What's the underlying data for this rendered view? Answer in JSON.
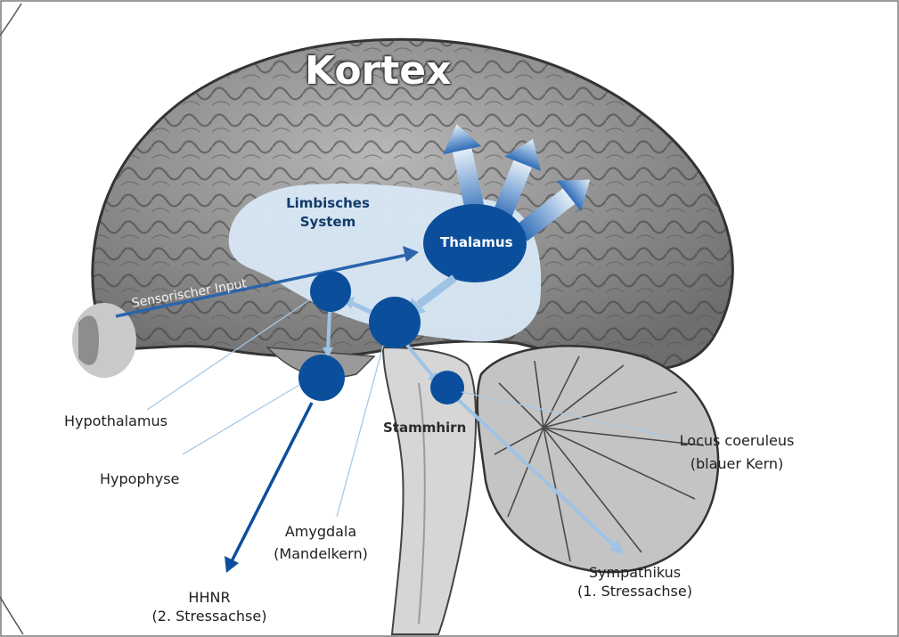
{
  "title": "Kortex",
  "labels": {
    "limbic": [
      "Limbisches",
      "System"
    ],
    "thalamus": "Thalamus",
    "sensory_input": "Sensorischer Input",
    "hypothalamus": "Hypothalamus",
    "hypophyse": "Hypophyse",
    "stammhirn": "Stammhirn",
    "locus": [
      "Locus coeruleus",
      "(blauer Kern)"
    ],
    "amygdala": [
      "Amygdala",
      "(Mandelkern)"
    ],
    "hhnr": [
      "HHNR",
      "(2. Stressachse)"
    ],
    "sympathikus": [
      "Sympathikus",
      "(1. Stressachse)"
    ]
  },
  "colors": {
    "dark_blue": "#0b4f9c",
    "light_blue": "#cfe0f0",
    "mid_blue": "#9ec3e4",
    "brain_gray": "#8a8a8a",
    "brain_light": "#c9c9c9",
    "eye_gray": "#c8c8c8"
  }
}
